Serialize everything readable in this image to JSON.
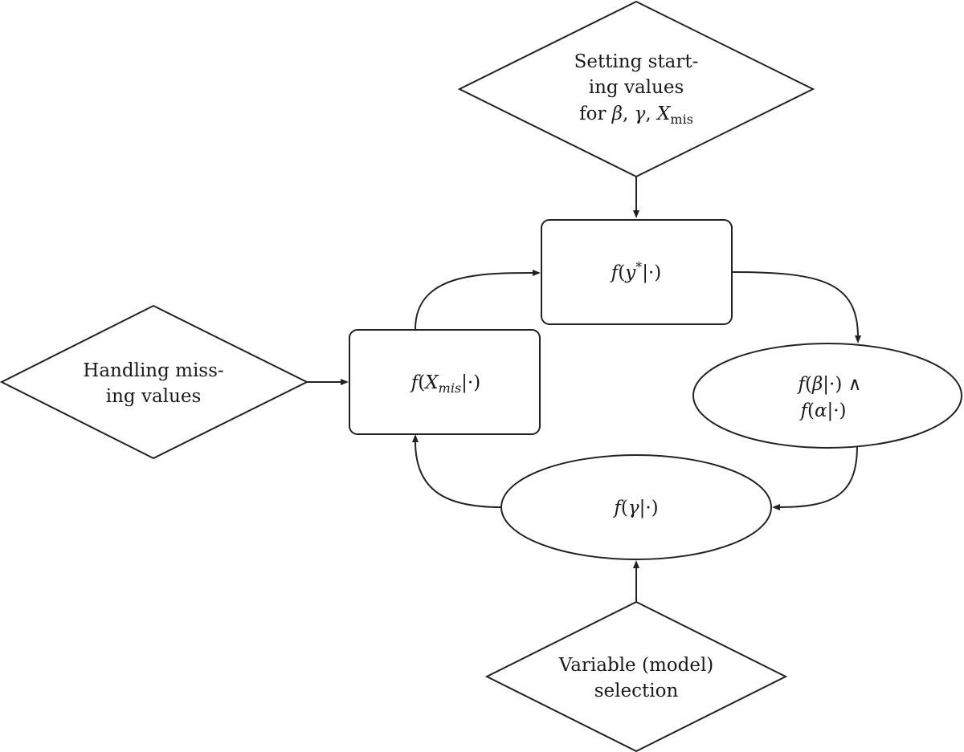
{
  "nodes": {
    "start": {
      "lines": [
        "Setting start-",
        "ing values",
        "for"
      ],
      "symbols": {
        "beta": "β",
        "comma": ", ",
        "gamma": "γ",
        "x": "X",
        "mis": "mis"
      }
    },
    "missing": {
      "lines": [
        "Handling miss-",
        "ing values"
      ]
    },
    "selection": {
      "lines": [
        "Variable (model)",
        "selection"
      ]
    },
    "y_star": {
      "f": "f",
      "open": "(",
      "y": "y",
      "star": "*",
      "rest": "|·)"
    },
    "x_mis": {
      "f": "f",
      "open": "(",
      "x": "X",
      "mis": "mis",
      "rest": "|·)"
    },
    "beta_alpha": {
      "f": "f",
      "open": "(",
      "beta": "β",
      "rest1": "|·) ∧",
      "alpha": "α",
      "rest2": "|·)"
    },
    "gamma": {
      "f": "f",
      "open": "(",
      "gamma": "γ",
      "rest": "|·)"
    }
  }
}
